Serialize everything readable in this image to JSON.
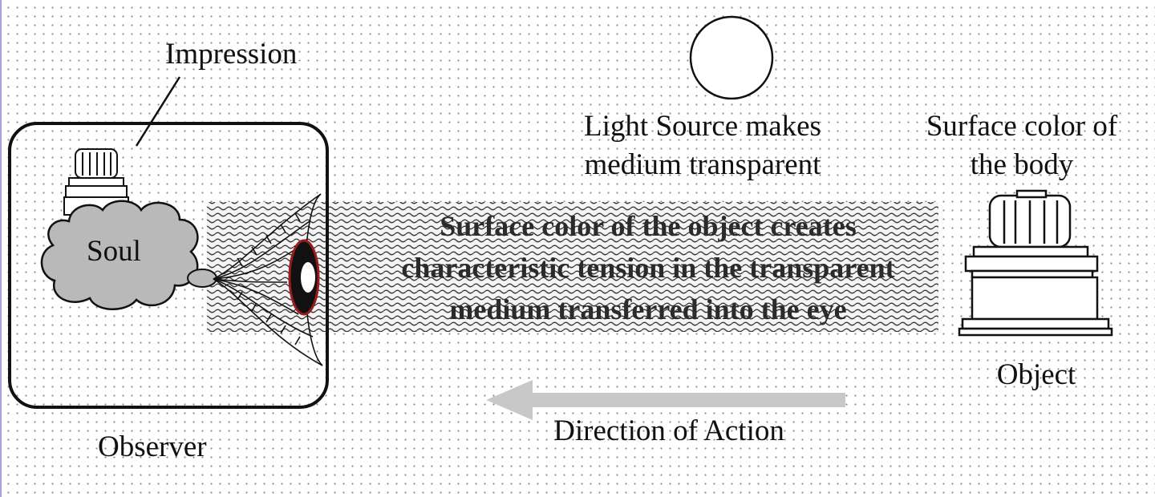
{
  "labels": {
    "impression": "Impression",
    "soul": "Soul",
    "observer": "Observer",
    "light_source": [
      "Light Source makes",
      "medium transparent"
    ],
    "surface_color_body": [
      "Surface color of",
      "the body"
    ],
    "medium_text": [
      "Surface color of the object creates",
      "characteristic tension in the transparent",
      "medium transferred into the eye"
    ],
    "object": "Object",
    "direction": "Direction of Action"
  },
  "colors": {
    "stroke": "#111111",
    "soul_fill": "#b9b9b9",
    "arrow": "#c8c8c8",
    "eye_ring": "#9b1c1c",
    "medium_wave": "#3a3a3a",
    "page_dots": "#8a8a8a"
  },
  "icons": [
    "cloud-shape",
    "pedestal-object",
    "eye-icon",
    "nerve-fibers",
    "light-source-circle",
    "direction-arrow"
  ]
}
